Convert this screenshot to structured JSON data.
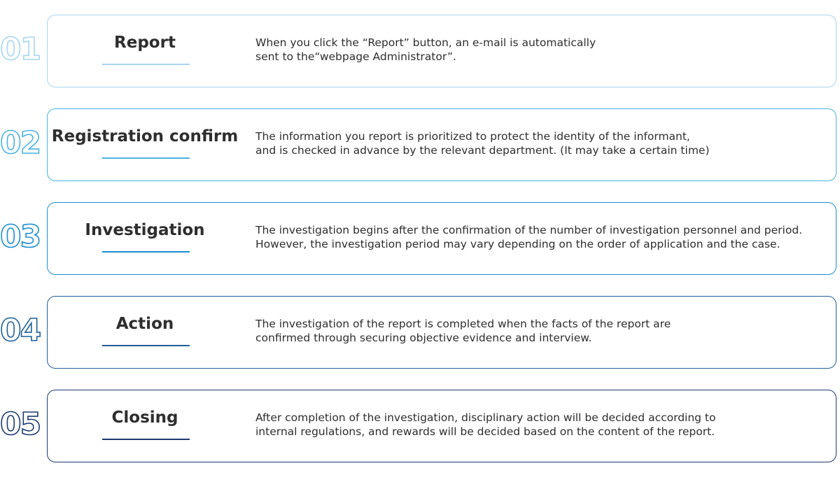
{
  "steps": [
    {
      "number": "01",
      "title": "Report",
      "lines": [
        "When you click the “Report” button, an e-mail is automatically",
        "sent to the“webpage Administrator”."
      ],
      "color": "#a7d6ee"
    },
    {
      "number": "02",
      "title": "Registration confirm",
      "lines": [
        "The information you report is prioritized to protect the identity of the informant,",
        "and is checked in advance by the relevant department. (It may take a certain time)"
      ],
      "color": "#4ab3e3"
    },
    {
      "number": "03",
      "title": "Investigation",
      "lines": [
        "The investigation begins after the confirmation of the number of investigation personnel and period.",
        "However, the investigation period may vary depending on the order of application and the case."
      ],
      "color": "#1b8fd0"
    },
    {
      "number": "04",
      "title": "Action",
      "lines": [
        "The investigation of the report is completed when the facts of the report are",
        "confirmed through securing objective evidence and interview."
      ],
      "color": "#1f5f99"
    },
    {
      "number": "05",
      "title": "Closing",
      "lines": [
        "After completion of the investigation, disciplinary action will be decided according to",
        "internal regulations, and rewards will be decided based on the content of the report."
      ],
      "color": "#1b3a70"
    }
  ]
}
